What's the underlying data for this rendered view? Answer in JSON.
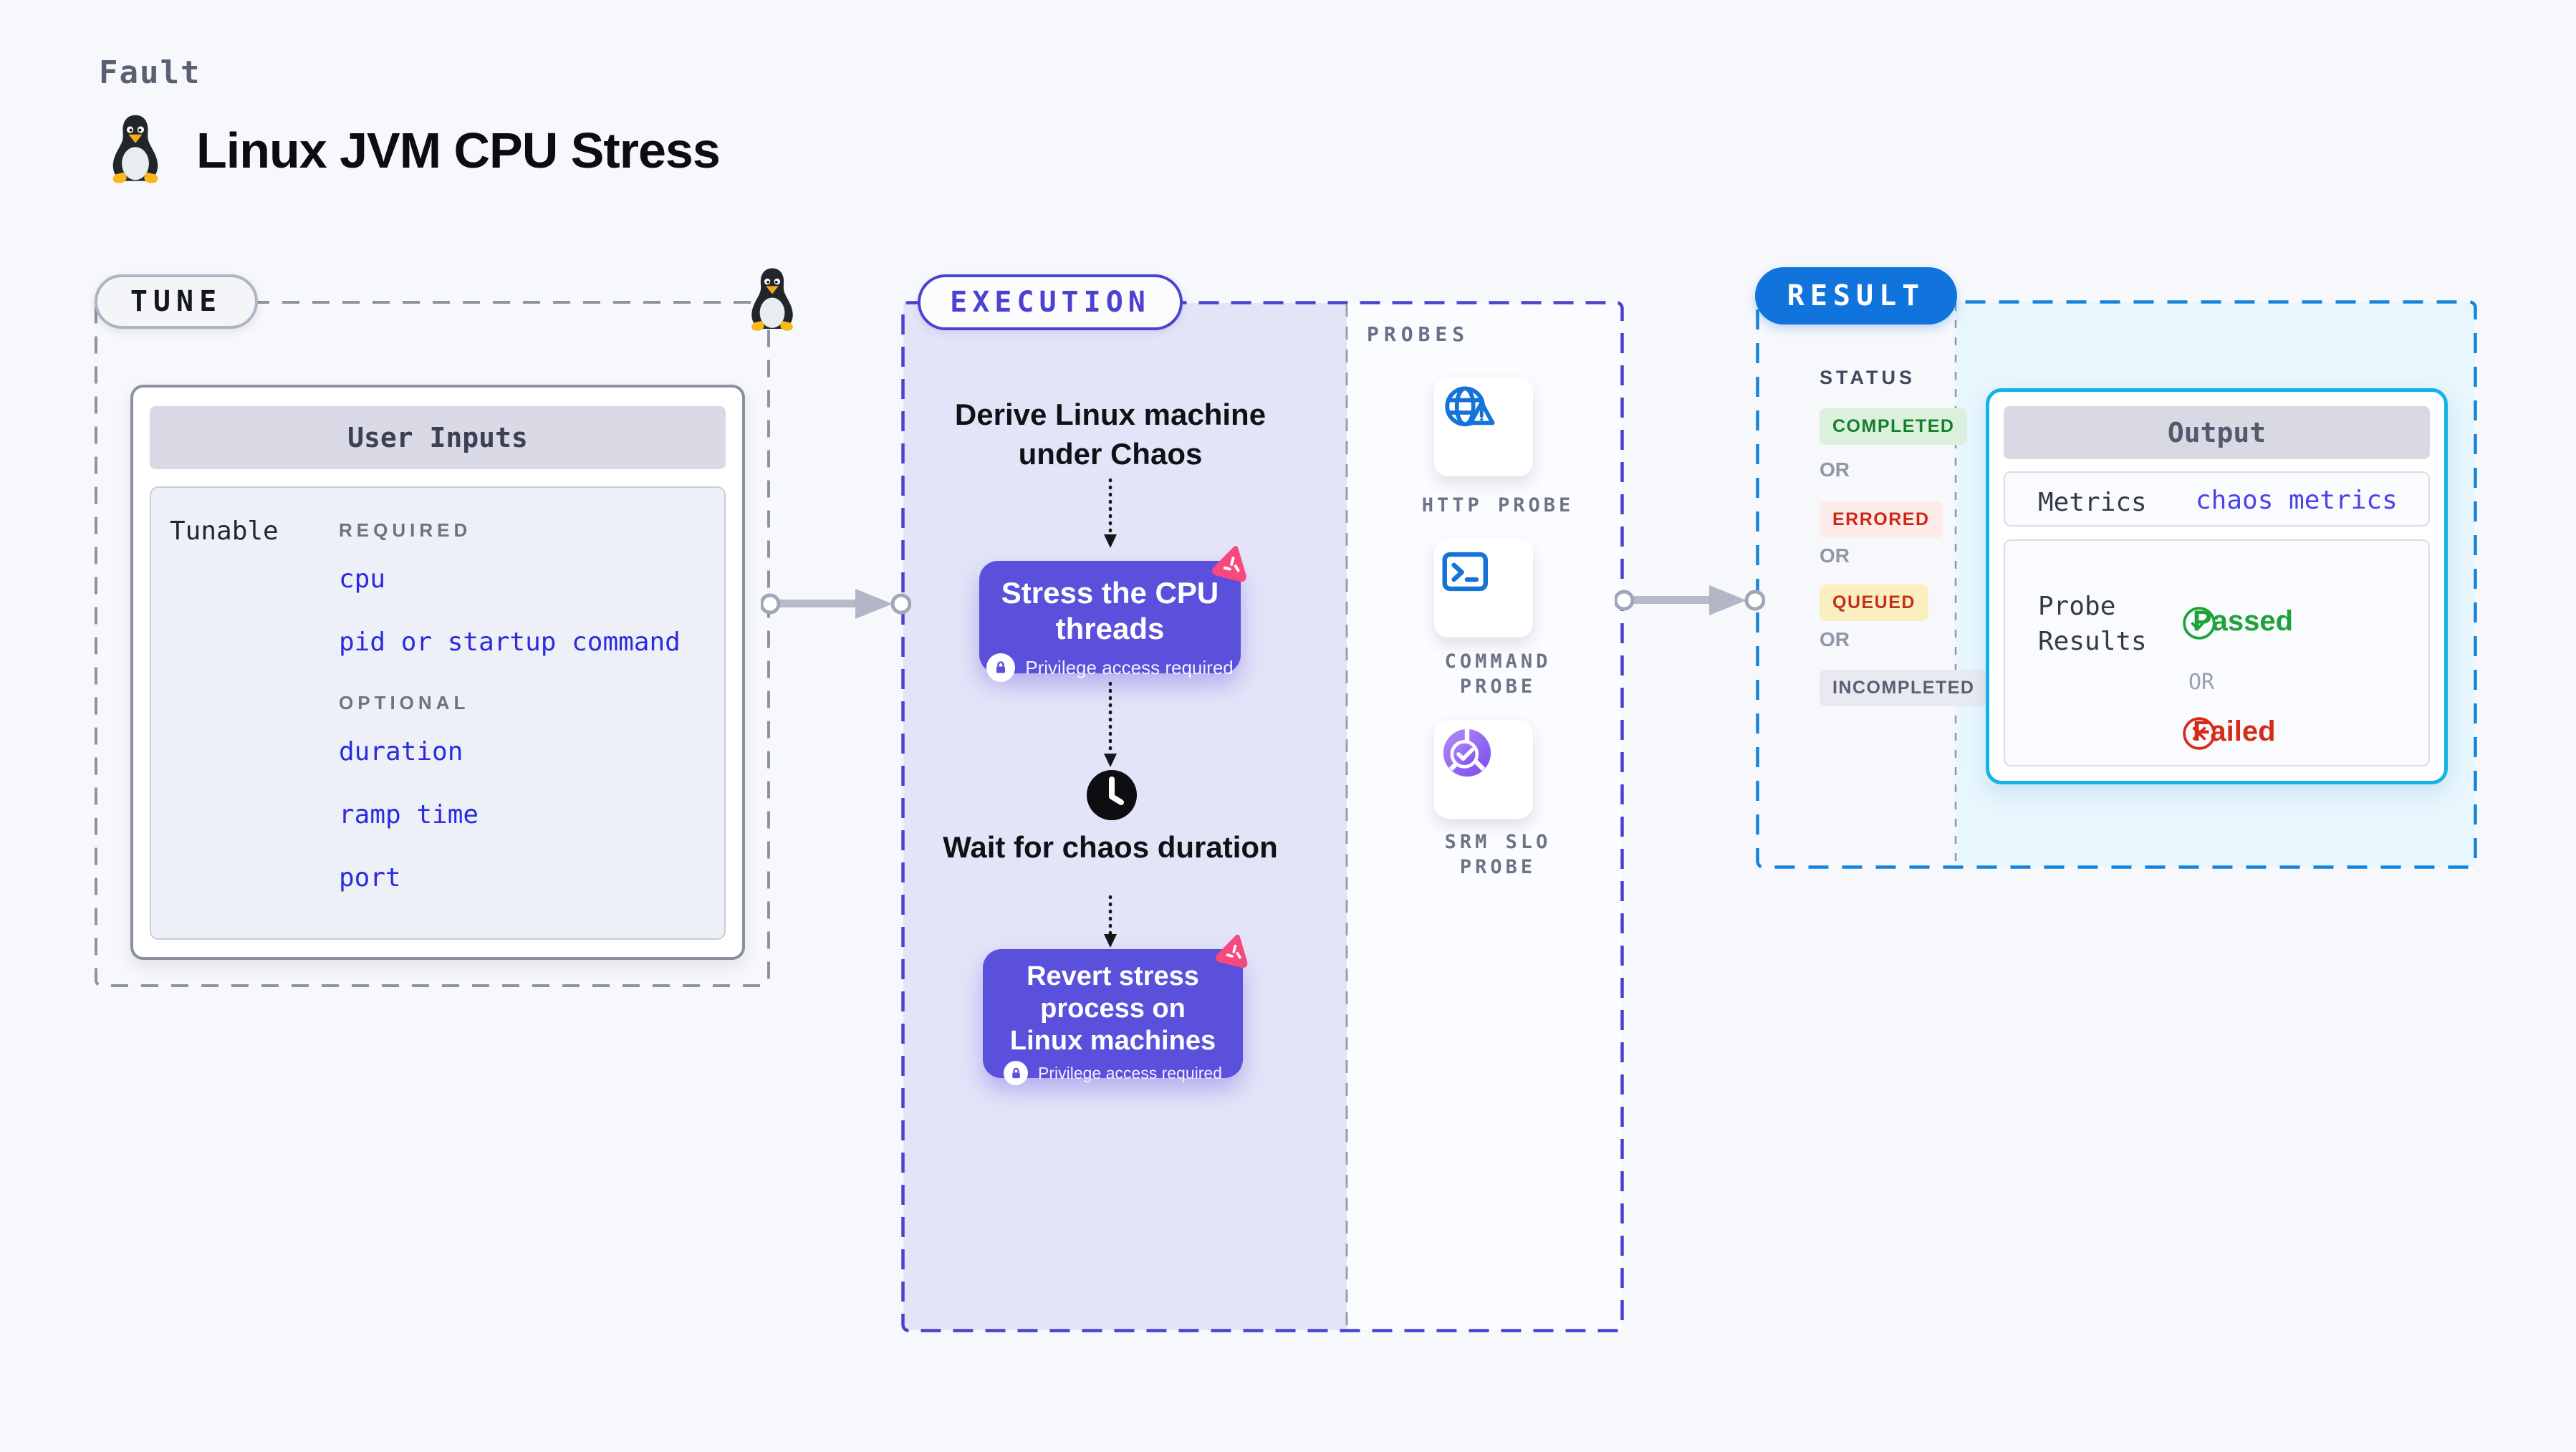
{
  "header": {
    "eyebrow": "Fault",
    "title": "Linux JVM CPU Stress"
  },
  "tune": {
    "pill": "TUNE",
    "card": {
      "header": "User Inputs",
      "row_label": "Tunable",
      "groups": [
        {
          "label": "REQUIRED",
          "items": [
            "cpu",
            "pid or startup command"
          ]
        },
        {
          "label": "OPTIONAL",
          "items": [
            "duration",
            "ramp time",
            "port"
          ]
        }
      ]
    }
  },
  "execution": {
    "pill": "EXECUTION",
    "derive_step": "Derive Linux machine under Chaos",
    "stress_step": "Stress the CPU threads",
    "wait_step": "Wait for chaos duration",
    "revert_step": "Revert stress process on Linux machines",
    "privilege_note": "Privilege access required"
  },
  "probes": {
    "label": "PROBES",
    "items": [
      {
        "name": "HTTP PROBE",
        "icon": "globe-warning-icon",
        "lines": [
          "HTTP PROBE",
          ""
        ]
      },
      {
        "name": "COMMAND PROBE",
        "icon": "terminal-icon",
        "lines": [
          "COMMAND",
          "PROBE"
        ]
      },
      {
        "name": "SRM SLO PROBE",
        "icon": "slo-pie-check-icon",
        "lines": [
          "SRM SLO",
          "PROBE"
        ]
      }
    ]
  },
  "result": {
    "pill": "RESULT",
    "status_label": "STATUS",
    "or_label": "OR",
    "statuses": [
      {
        "label": "COMPLETED",
        "style": "color:#157f2d;background-color:#dcf1dd"
      },
      {
        "label": "ERRORED",
        "style": "color:#d02616;background-color:#fcebe9"
      },
      {
        "label": "QUEUED",
        "style": "color:#c5301c;background-color:#fbefc0"
      },
      {
        "label": "INCOMPLETED",
        "style": "color:#5a5e72;background-color:#e9eaf1"
      }
    ],
    "output": {
      "header": "Output",
      "metrics_label": "Metrics",
      "metrics_value": "chaos metrics",
      "probe_results_label": "Probe Results",
      "passed": "Passed",
      "or": "OR",
      "failed": "Failed"
    }
  },
  "colors": {
    "page_bg": "#f7f8fc",
    "execution_accent": "#4b42cf",
    "execution_fill": "#e4e4f8",
    "node_indigo": "#5a50dc",
    "chaos_pink": "#f6497e",
    "result_blue": "#1173dc",
    "result_dash": "#1583da",
    "output_border": "#14b2e6",
    "output_fill": "#e8f6fd",
    "tunable_link": "#2b2be0",
    "probe_icon_blue": "#1473d6",
    "passed_green": "#1ea23a",
    "failed_red": "#d62b18"
  }
}
